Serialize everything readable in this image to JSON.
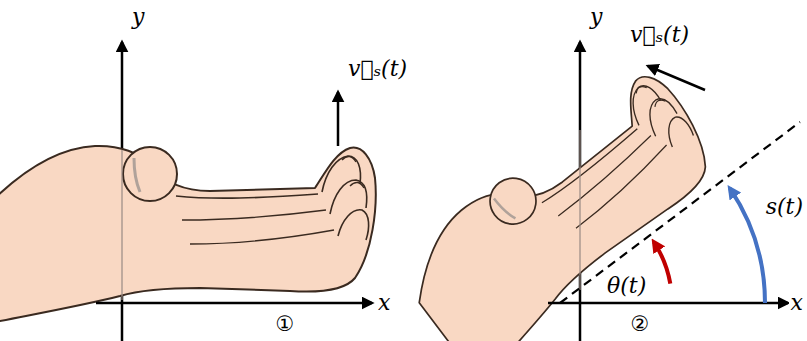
{
  "diagram": {
    "labels": [
      "y",
      "x",
      "v⃗ₛ(t)",
      "①",
      "y",
      "x",
      "v⃗ₛ(t)",
      "s(t)",
      "θ(t)",
      "②"
    ]
  }
}
